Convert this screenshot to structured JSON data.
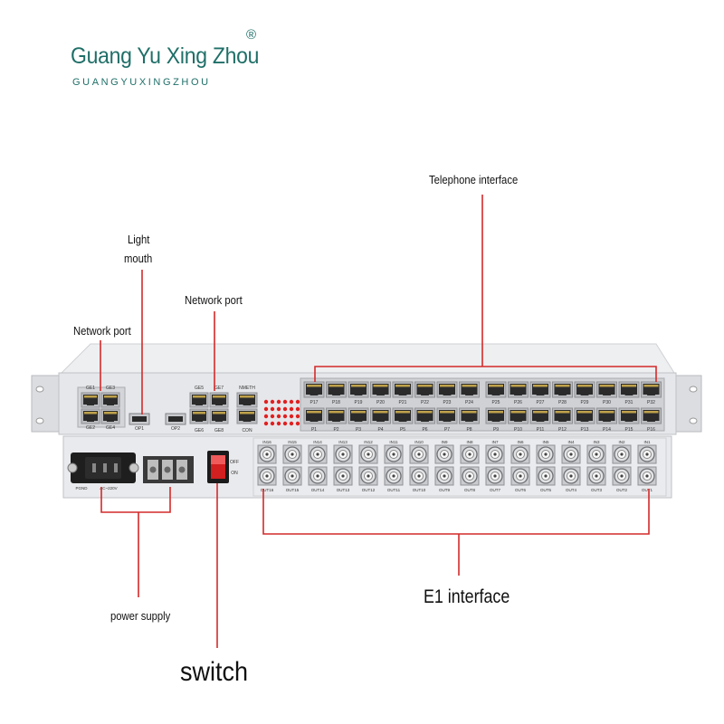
{
  "brand": {
    "name": "Guang Yu Xing Zhou",
    "registered_mark": "®",
    "subtitle": "GUANGYUXINGZHOU"
  },
  "callouts": {
    "telephone_interface": "Telephone interface",
    "light_mouth_line1": "Light",
    "light_mouth_line2": "mouth",
    "network_port_upper": "Network port",
    "network_port_left": "Network port",
    "power_supply": "power supply",
    "e1_interface": "E1 interface",
    "switch": "switch"
  },
  "panel_labels": {
    "ge": [
      "GE1",
      "GE3",
      "GE2",
      "GE4",
      "GE5",
      "GE7",
      "GE6",
      "GE8"
    ],
    "sfp": [
      "OP1",
      "OP2"
    ],
    "nmeth": "NMETH",
    "con": "CON",
    "phone_top": [
      "P17",
      "P18",
      "P19",
      "P20",
      "P21",
      "P22",
      "P23",
      "P24",
      "P25",
      "P26",
      "P27",
      "P28",
      "P29",
      "P30",
      "P31",
      "P32"
    ],
    "phone_bottom": [
      "P1",
      "P2",
      "P3",
      "P4",
      "P5",
      "P6",
      "P7",
      "P8",
      "P9",
      "P10",
      "P11",
      "P12",
      "P13",
      "P14",
      "P15",
      "P16"
    ],
    "e1_in": [
      "IN16",
      "IN15",
      "IN14",
      "IN13",
      "IN12",
      "IN11",
      "IN10",
      "IN9",
      "IN8",
      "IN7",
      "IN6",
      "IN5",
      "IN4",
      "IN3",
      "IN2",
      "IN1"
    ],
    "e1_out": [
      "OUT16",
      "OUT15",
      "OUT14",
      "OUT13",
      "OUT12",
      "OUT11",
      "OUT10",
      "OUT9",
      "OUT8",
      "OUT7",
      "OUT6",
      "OUT5",
      "OUT4",
      "OUT3",
      "OUT2",
      "OUT1"
    ],
    "power_on": "ON",
    "power_off": "OFF",
    "ac": "AC~220V",
    "pgnd": "PGND"
  },
  "colors": {
    "callout_line": "#d42a2a",
    "brand": "#1f6f68",
    "chassis": "#e6e7ea",
    "led": "#e02020"
  }
}
